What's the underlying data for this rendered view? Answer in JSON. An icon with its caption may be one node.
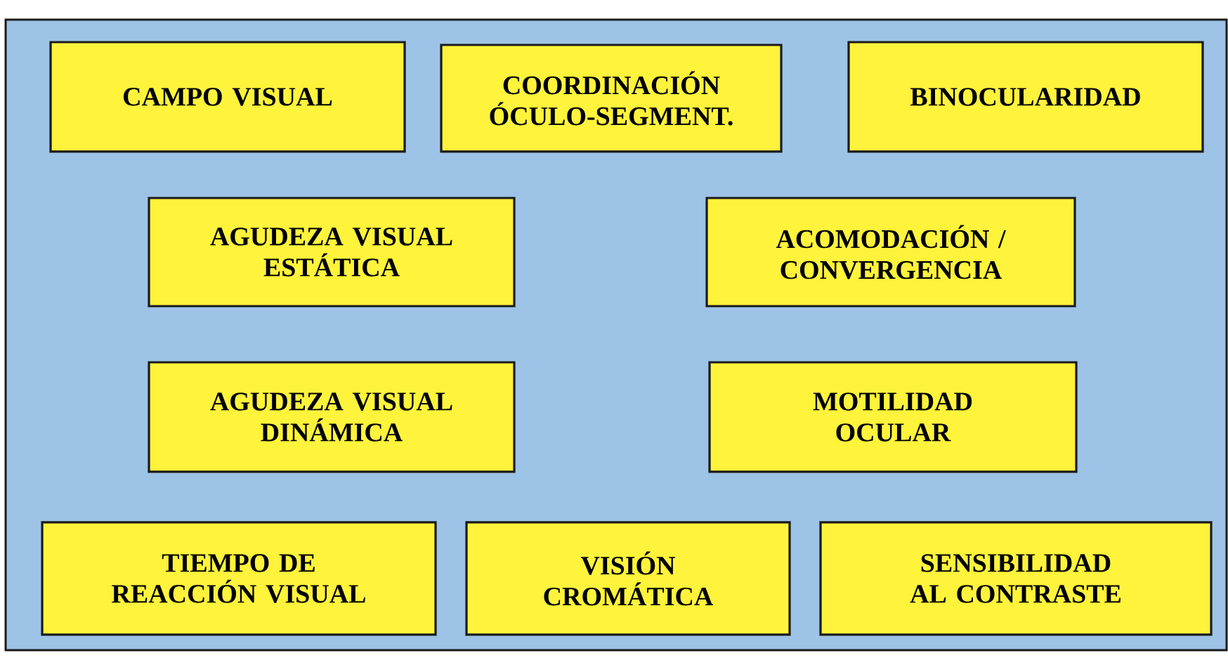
{
  "diagram": {
    "nodes": [
      {
        "text": [
          "CAMPO VISUAL"
        ]
      },
      {
        "text": [
          "COORDINACIÓN ÓCULO-SEGMENT."
        ]
      },
      {
        "text": [
          "BINOCULARIDAD"
        ]
      },
      {
        "text": [
          "AGUDEZA VISUAL ESTÁTICA"
        ]
      },
      {
        "text": [
          "ACOMODACIÓN / CONVERGENCIA"
        ]
      },
      {
        "text": [
          "AGUDEZA VISUAL DINÁMICA"
        ]
      },
      {
        "text": [
          "MOTILIDAD OCULAR"
        ]
      },
      {
        "text": [
          "TIEMPO DE REACCIÓN VISUAL"
        ]
      },
      {
        "text": [
          "VISIÓN CROMÁTICA"
        ]
      },
      {
        "text": [
          "SENSIBILIDAD AL CONTRASTE"
        ]
      }
    ]
  }
}
